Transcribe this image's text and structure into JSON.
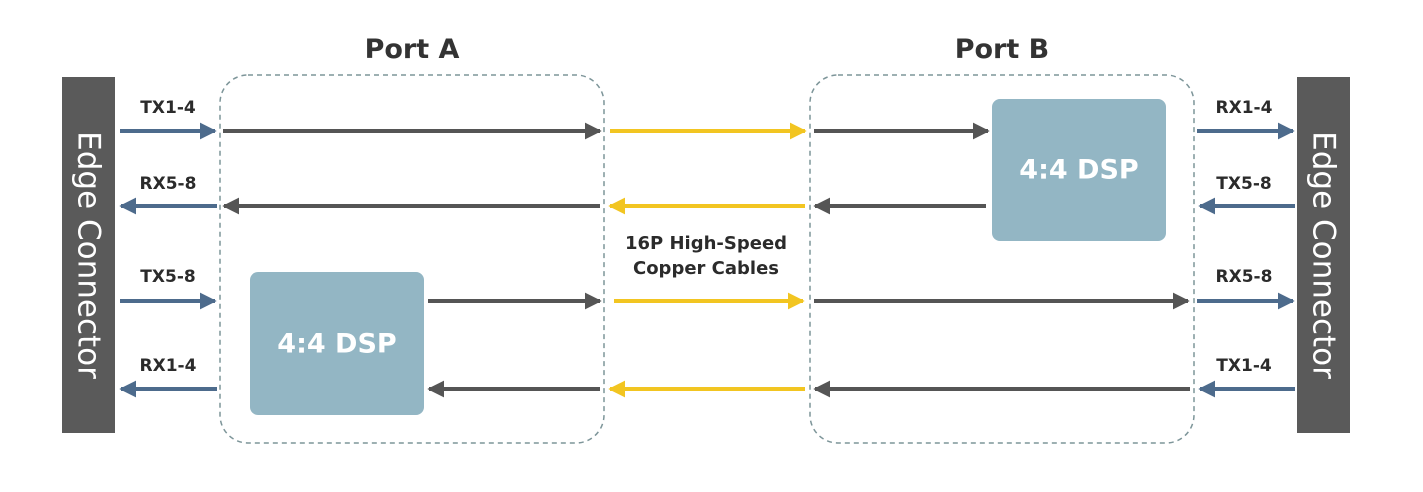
{
  "ports": {
    "a_title": "Port A",
    "b_title": "Port B"
  },
  "edge": {
    "left_label": "Edge Connector",
    "right_label": "Edge Connector"
  },
  "dsp": {
    "top_label": "4:4 DSP",
    "bottom_label": "4:4 DSP"
  },
  "cable": {
    "line1": "16P High-Speed",
    "line2": "Copper Cables"
  },
  "signals": {
    "left": [
      "TX1-4",
      "RX5-8",
      "TX5-8",
      "RX1-4"
    ],
    "right": [
      "RX1-4",
      "TX5-8",
      "RX5-8",
      "TX1-4"
    ]
  },
  "colors": {
    "edge_connector": "#5a5a5a",
    "dsp_box": "#93b6c4",
    "signal_arrow": "#4d6b8c",
    "internal_arrow": "#555555",
    "cable_arrow": "#f2c521",
    "port_border": "#7d9599"
  }
}
